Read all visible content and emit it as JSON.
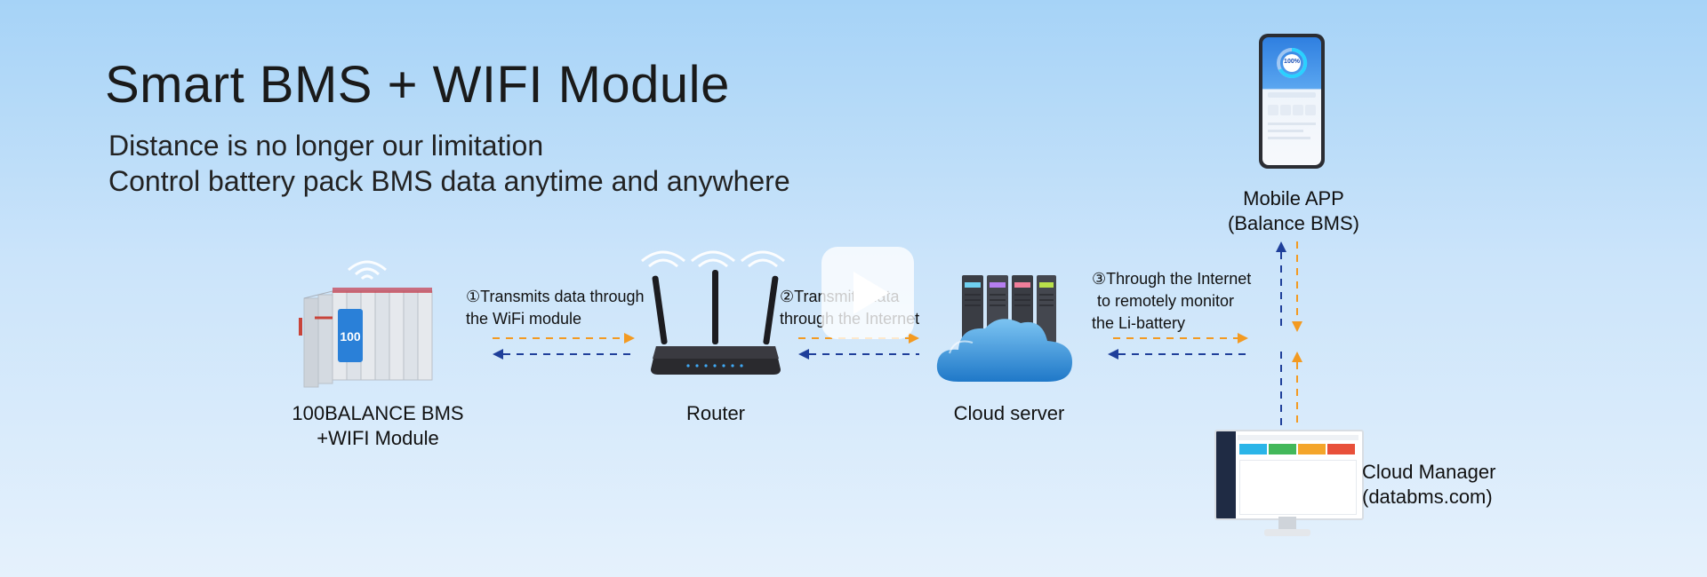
{
  "header": {
    "title": "Smart BMS + WIFI Module",
    "subtitle_line1": "Distance is no longer our limitation",
    "subtitle_line2": "Control battery pack BMS data anytime and anywhere"
  },
  "nodes": {
    "bms_line1": "100BALANCE BMS",
    "bms_line2": "+WIFI Module",
    "router": "Router",
    "cloud_server": "Cloud server",
    "mobile_line1": "Mobile APP",
    "mobile_line2": "(Balance BMS)",
    "manager_line1": "Cloud Manager",
    "manager_line2": "(databms.com)"
  },
  "steps": {
    "step1_line1": "①Transmits data through",
    "step1_line2": "the WiFi module",
    "step2_line1": "②Transmits data",
    "step2_line2": "through the Internet",
    "step3_line1": "③Through the Internet",
    "step3_line2": "to remotely monitor",
    "step3_line3": "the Li-battery"
  },
  "phone": {
    "gauge_value": "100%"
  },
  "colors": {
    "arrow_forward": "#f39a21",
    "arrow_back": "#1f3f9a",
    "cloud": "#2f8fd6",
    "router_body": "#2a2a2e",
    "card_colors": [
      "#2bb5e8",
      "#43b85a",
      "#f4a52a",
      "#e8503a"
    ]
  },
  "icons": [
    "wifi-signal-icon",
    "battery-pack-icon",
    "router-icon",
    "server-rack-icon",
    "cloud-icon",
    "smartphone-icon",
    "monitor-icon",
    "play-icon"
  ]
}
